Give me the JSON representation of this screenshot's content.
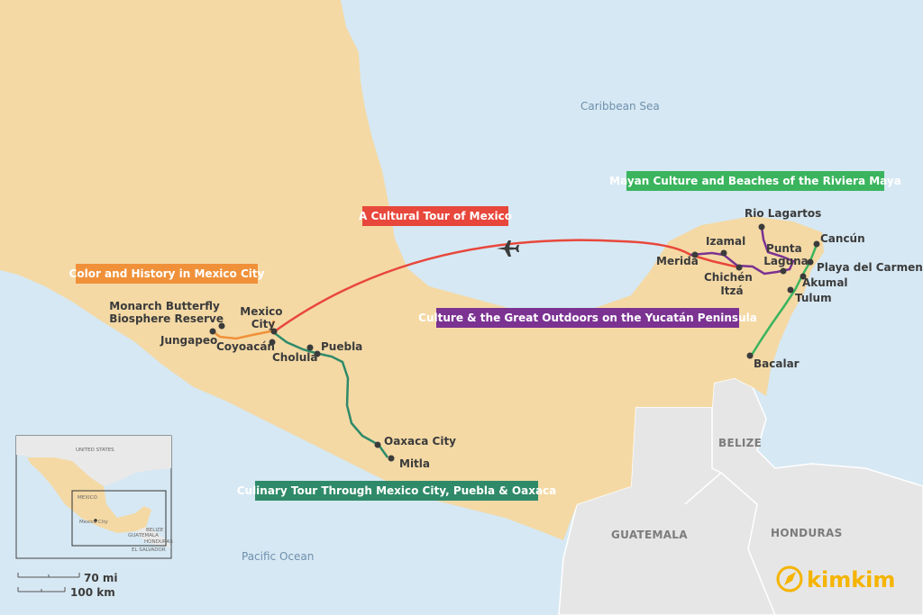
{
  "map": {
    "water_labels": {
      "caribbean": "Caribbean Sea",
      "pacific": "Pacific Ocean"
    },
    "country_labels": {
      "belize": "BELIZE",
      "guatemala": "GUATEMALA",
      "honduras": "HONDURAS"
    },
    "cities": [
      {
        "id": "monarch",
        "lines": [
          "Monarch Butterfly",
          "Biosphere Reserve"
        ]
      },
      {
        "id": "jungapeo",
        "lines": [
          "Jungapeo"
        ]
      },
      {
        "id": "mexico-city",
        "lines": [
          "Mexico",
          "City"
        ]
      },
      {
        "id": "coyoacan",
        "lines": [
          "Coyoacán"
        ]
      },
      {
        "id": "cholula",
        "lines": [
          "Cholula"
        ]
      },
      {
        "id": "puebla",
        "lines": [
          "Puebla"
        ]
      },
      {
        "id": "oaxaca",
        "lines": [
          "Oaxaca City"
        ]
      },
      {
        "id": "mitla",
        "lines": [
          "Mitla"
        ]
      },
      {
        "id": "merida",
        "lines": [
          "Merida"
        ]
      },
      {
        "id": "izamal",
        "lines": [
          "Izamal"
        ]
      },
      {
        "id": "rio-lagartos",
        "lines": [
          "Rio Lagartos"
        ]
      },
      {
        "id": "chichen-itza",
        "lines": [
          "Chichén",
          "Itzá"
        ]
      },
      {
        "id": "punta-laguna",
        "lines": [
          "Punta",
          "Laguna"
        ]
      },
      {
        "id": "cancun",
        "lines": [
          "Cancún"
        ]
      },
      {
        "id": "playa",
        "lines": [
          "Playa del Carmen"
        ]
      },
      {
        "id": "akumal",
        "lines": [
          "Akumal"
        ]
      },
      {
        "id": "tulum",
        "lines": [
          "Tulum"
        ]
      },
      {
        "id": "bacalar",
        "lines": [
          "Bacalar"
        ]
      }
    ],
    "routes": [
      {
        "id": "color-history",
        "label": "Color and History in Mexico City",
        "color": "#f0913a"
      },
      {
        "id": "cultural-tour",
        "label": "A Cultural Tour of Mexico",
        "color": "#e8473b"
      },
      {
        "id": "mayan-culture",
        "label": "Mayan Culture and Beaches of the Riviera Maya",
        "color": "#3bb45e"
      },
      {
        "id": "great-outdoors",
        "label": "Culture & the Great Outdoors on the Yucatán Peninsula",
        "color": "#7b3291"
      },
      {
        "id": "culinary",
        "label": "Culinary Tour Through Mexico City, Puebla & Oaxaca",
        "color": "#2f8a69"
      }
    ],
    "colors": {
      "land": "#f4d9a5",
      "water": "#d6e8f3",
      "neighbor": "#e6e6e6",
      "marker": "#3b3b3b"
    },
    "inset": {
      "labels": {
        "us": "UNITED STATES",
        "mexico": "MEXICO",
        "mexico_city": "Mexico City",
        "belize": "BELIZE",
        "guatemala": "GUATEMALA",
        "honduras": "HONDURAS",
        "el_salvador": "EL SALVADOR"
      }
    },
    "scale": {
      "mi": "70 mi",
      "km": "100 km"
    },
    "logo": {
      "text": "kimkim",
      "icon": "compass-icon"
    }
  }
}
